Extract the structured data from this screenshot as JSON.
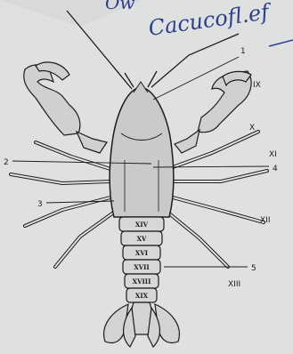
{
  "handwriting": {
    "top_left": "Ow",
    "top_right": "Cacucofl.ef"
  },
  "labels": {
    "num_1": "1",
    "num_2": "2",
    "num_3": "3",
    "num_4": "4",
    "num_5": "5",
    "roman_ix": "IX",
    "roman_x": "X",
    "roman_xi": "XI",
    "roman_xii": "XII",
    "roman_xiii": "XIII"
  },
  "segments": [
    "XIV",
    "XV",
    "XVI",
    "XVII",
    "XVIII",
    "XIX"
  ],
  "colors": {
    "paper": "#dfe1e0",
    "ink": "#1c1c1c",
    "pen": "#2c3f8c"
  }
}
